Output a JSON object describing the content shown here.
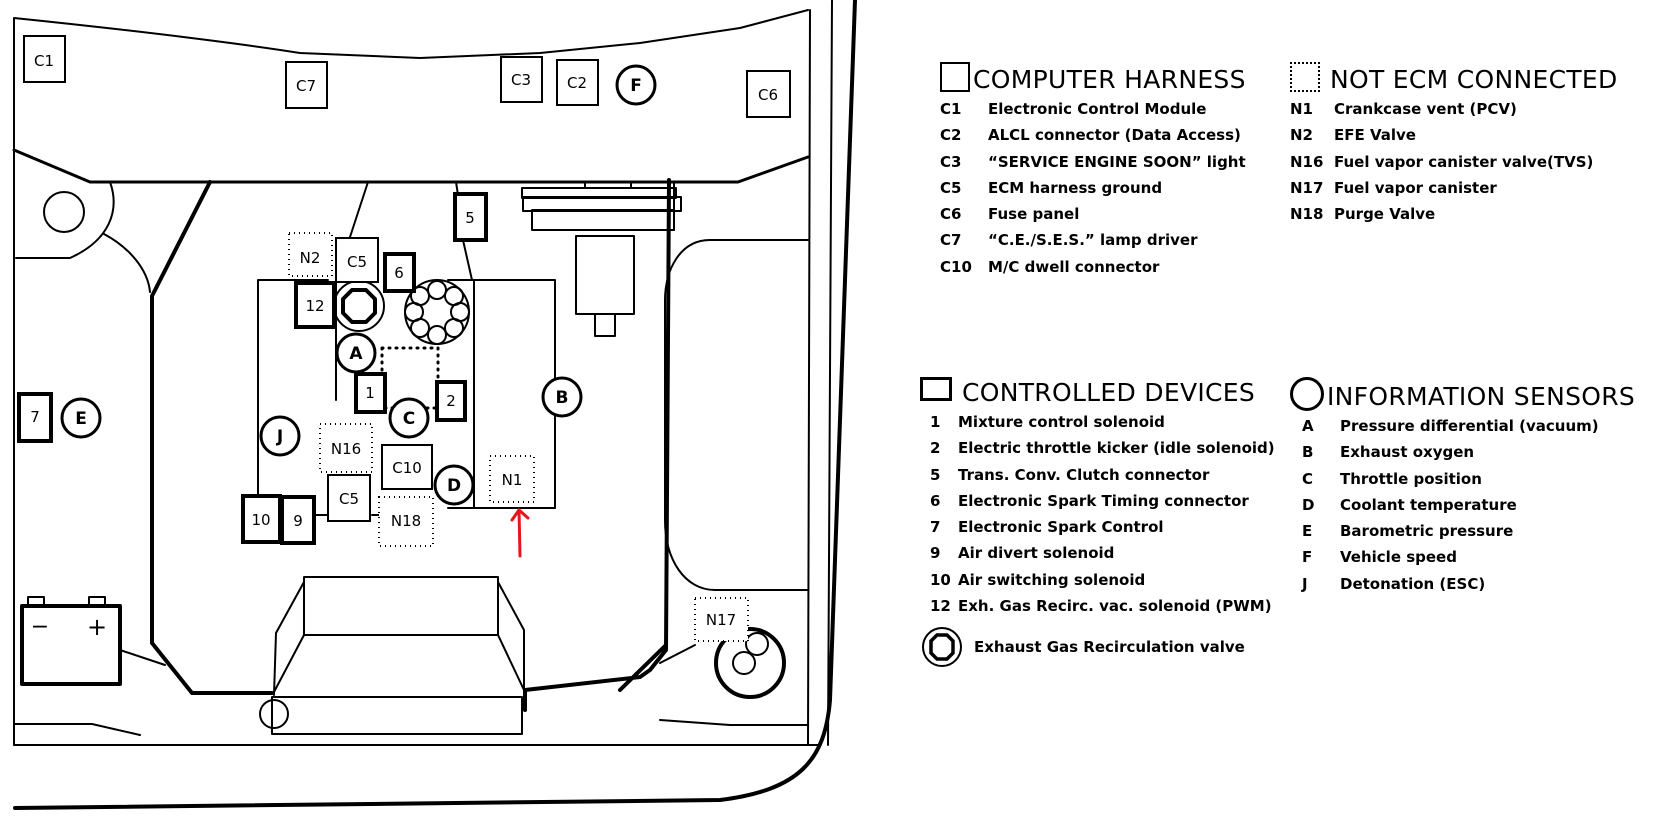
{
  "diagram": {
    "components": {
      "c1": "C1",
      "c7": "C7",
      "c3": "C3",
      "c2": "C2",
      "c6": "C6",
      "f": "F",
      "c5_top": "C5",
      "c5_bottom": "C5",
      "c10": "C10",
      "n1": "N1",
      "n2": "N2",
      "n16": "N16",
      "n17": "N17",
      "n18": "N18",
      "d1": "1",
      "d2": "2",
      "d5": "5",
      "d6": "6",
      "d7": "7",
      "d9": "9",
      "d10": "10",
      "d12": "12",
      "a": "A",
      "b": "B",
      "c": "C",
      "d": "D",
      "e": "E",
      "j": "J"
    },
    "battery": {
      "negative": "−",
      "positive": "+"
    },
    "highlight_color": "#e8141b",
    "highlight_target": "N1"
  },
  "legends": {
    "computer_harness": {
      "title": "COMPUTER HARNESS",
      "symbol": "square-solid",
      "items": [
        {
          "code": "C1",
          "text": "Electronic Control Module"
        },
        {
          "code": "C2",
          "text": "ALCL connector (Data Access)"
        },
        {
          "code": "C3",
          "text": "“SERVICE ENGINE SOON” light"
        },
        {
          "code": "C5",
          "text": "ECM harness ground"
        },
        {
          "code": "C6",
          "text": "Fuse panel"
        },
        {
          "code": "C7",
          "text": "“C.E./S.E.S.” lamp driver"
        },
        {
          "code": "C10",
          "text": "M/C dwell connector"
        }
      ]
    },
    "not_ecm_connected": {
      "title": "NOT ECM CONNECTED",
      "symbol": "square-dotted",
      "items": [
        {
          "code": "N1",
          "text": "Crankcase vent (PCV)"
        },
        {
          "code": "N2",
          "text": "EFE  Valve"
        },
        {
          "code": "N16",
          "text": "Fuel vapor canister valve(TVS)"
        },
        {
          "code": "N17",
          "text": "Fuel vapor canister"
        },
        {
          "code": "N18",
          "text": "Purge Valve"
        }
      ]
    },
    "controlled_devices": {
      "title": "CONTROLLED DEVICES",
      "symbol": "square-bold",
      "items": [
        {
          "code": "1",
          "text": "Mixture control solenoid"
        },
        {
          "code": "2",
          "text": "Electric throttle kicker (idle solenoid)"
        },
        {
          "code": "5",
          "text": "Trans. Conv. Clutch connector"
        },
        {
          "code": "6",
          "text": "Electronic Spark Timing connector"
        },
        {
          "code": "7",
          "text": "Electronic Spark Control"
        },
        {
          "code": "9",
          "text": "Air divert solenoid"
        },
        {
          "code": "10",
          "text": "Air switching solenoid"
        },
        {
          "code": "12",
          "text": "Exh. Gas Recirc. vac. solenoid (PWM)"
        }
      ],
      "egr_note": "Exhaust Gas Recirculation valve"
    },
    "information_sensors": {
      "title": "INFORMATION SENSORS",
      "symbol": "circle",
      "items": [
        {
          "code": "A",
          "text": "Pressure differential (vacuum)"
        },
        {
          "code": "B",
          "text": "Exhaust oxygen"
        },
        {
          "code": "C",
          "text": "Throttle position"
        },
        {
          "code": "D",
          "text": "Coolant temperature"
        },
        {
          "code": "E",
          "text": "Barometric pressure"
        },
        {
          "code": "F",
          "text": "Vehicle speed"
        },
        {
          "code": "J",
          "text": "Detonation (ESC)"
        }
      ]
    }
  }
}
